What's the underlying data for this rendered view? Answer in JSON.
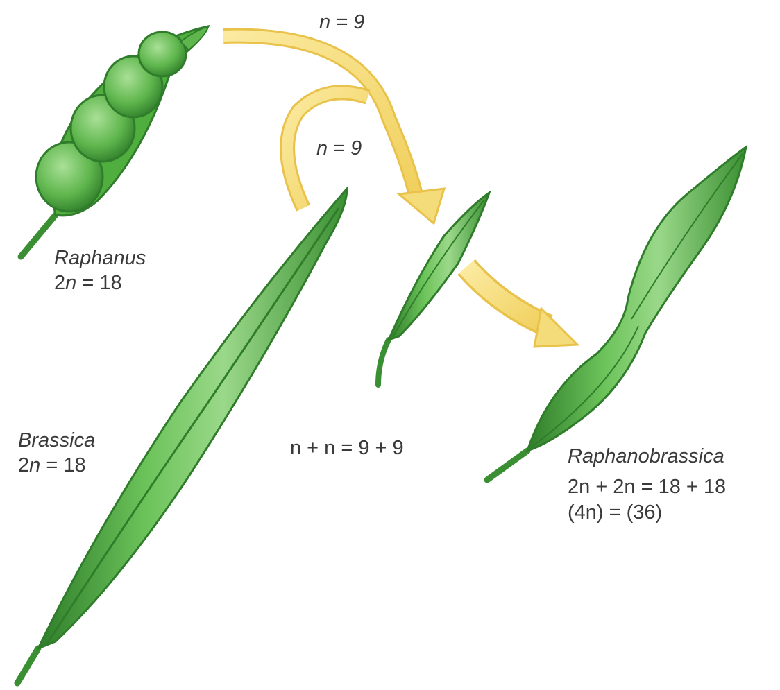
{
  "arrows": {
    "raphanus_gamete_label": "n = 9",
    "brassica_gamete_label": "n = 9"
  },
  "raphanus": {
    "name": "Raphanus",
    "count_prefix": "2",
    "count_var": "n",
    "count_suffix": " = 18"
  },
  "brassica": {
    "name": "Brassica",
    "count_prefix": "2",
    "count_var": "n",
    "count_suffix": " = 18"
  },
  "hybrid": {
    "label": "n + n = 9 + 9"
  },
  "raphanobrassica": {
    "name": "Raphanobrassica",
    "line1": "2n + 2n = 18 + 18",
    "line2": "(4n) = (36)"
  },
  "colors": {
    "pod_light": "#8fd07a",
    "pod_mid": "#4fae3e",
    "pod_dark": "#2f7d2a",
    "arrow_fill": "#f5dc7a",
    "arrow_edge": "#e8c24a",
    "text": "#3a3a3a"
  }
}
